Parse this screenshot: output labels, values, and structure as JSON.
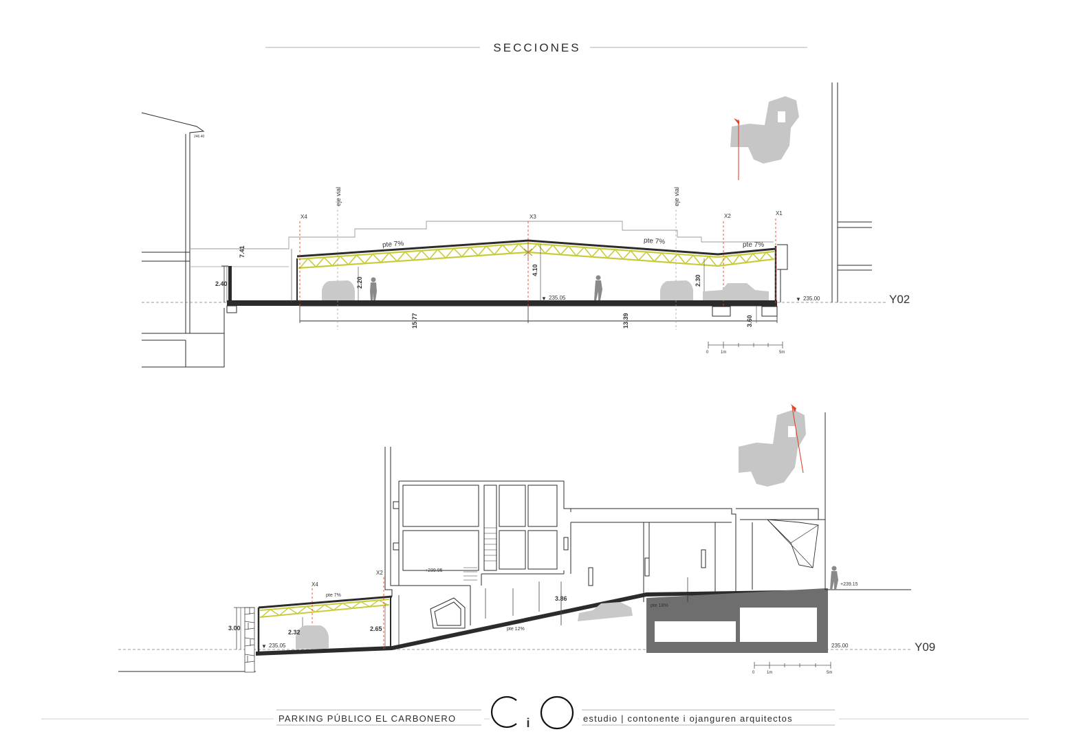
{
  "header": {
    "title": "SECCIONES"
  },
  "section_top": {
    "label": "Y02",
    "axes": [
      "X4",
      "X3",
      "X2",
      "X1"
    ],
    "eje_vial": [
      "eje vial",
      "eje vial"
    ],
    "slopes": [
      "pte 7%",
      "pte 7%",
      "pte 7%"
    ],
    "dims": {
      "d_741": "7.41",
      "d_240": "2.40",
      "d_220": "2.20",
      "d_410": "4.10",
      "d_230": "2.30",
      "d_1577": "15.77",
      "d_1339": "13.39",
      "d_360": "3.60"
    },
    "levels": [
      "235.05",
      "235.00"
    ],
    "small_level": "246.40",
    "scale": [
      "0",
      "1m",
      "5m"
    ]
  },
  "section_bottom": {
    "label": "Y09",
    "axes": [
      "X4",
      "X2"
    ],
    "slopes": [
      "pte 7%",
      "pte 12%",
      "pte 18%"
    ],
    "dims": {
      "d_300": "3.00",
      "d_232": "2.32",
      "d_265": "2.65",
      "d_386": "3.86"
    },
    "levels": [
      "235.05",
      "235.00",
      "+239.95",
      "+239.15"
    ],
    "scale": [
      "0",
      "1m",
      "5m"
    ]
  },
  "footer": {
    "project": "PARKING PÚBLICO EL CARBONERO",
    "logo": "CiO",
    "studio": "estudio | contonente i ojanguren arquitectos"
  },
  "colors": {
    "truss": "#c8cc3a",
    "axis": "#e0452b",
    "line": "#2b2b2b",
    "silhouette": "#c9c9c9",
    "concrete": "#6e6e6e"
  }
}
